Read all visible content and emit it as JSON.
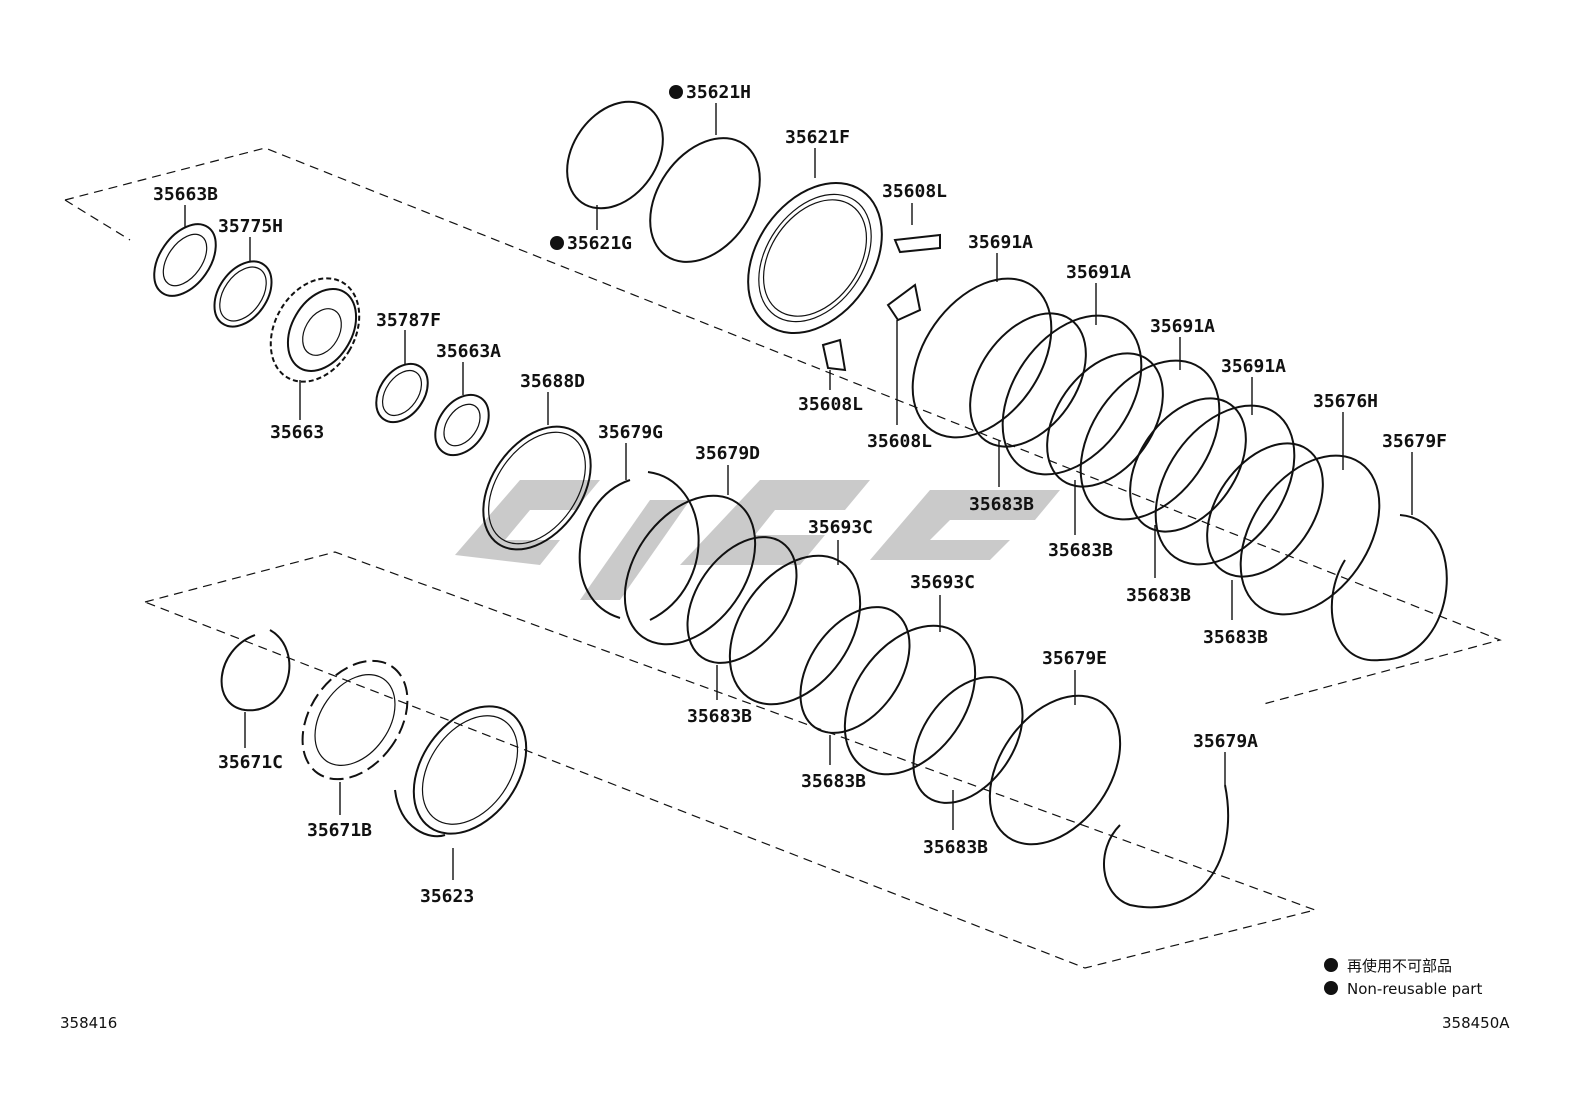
{
  "parts": {
    "p35621H": "35621H",
    "p35621G": "35621G",
    "p35621F": "35621F",
    "p35608L_a": "35608L",
    "p35608L_b": "35608L",
    "p35608L_c": "35608L",
    "p35663B": "35663B",
    "p35775H": "35775H",
    "p35663": "35663",
    "p35787F": "35787F",
    "p35663A": "35663A",
    "p35688D": "35688D",
    "p35679G": "35679G",
    "p35679D": "35679D",
    "p35693C_a": "35693C",
    "p35693C_b": "35693C",
    "p35691A_a": "35691A",
    "p35691A_b": "35691A",
    "p35691A_c": "35691A",
    "p35691A_d": "35691A",
    "p35676H": "35676H",
    "p35679F": "35679F",
    "p35683B_1": "35683B",
    "p35683B_2": "35683B",
    "p35683B_3": "35683B",
    "p35683B_4": "35683B",
    "p35683B_5": "35683B",
    "p35683B_6": "35683B",
    "p35683B_7": "35683B",
    "p35679E": "35679E",
    "p35679A": "35679A",
    "p35671C": "35671C",
    "p35671B": "35671B",
    "p35623": "35623"
  },
  "legend": {
    "jp": "再使用不可部品",
    "en": "Non-reusable part"
  },
  "refs": {
    "left": "358416",
    "right": "358450A"
  }
}
